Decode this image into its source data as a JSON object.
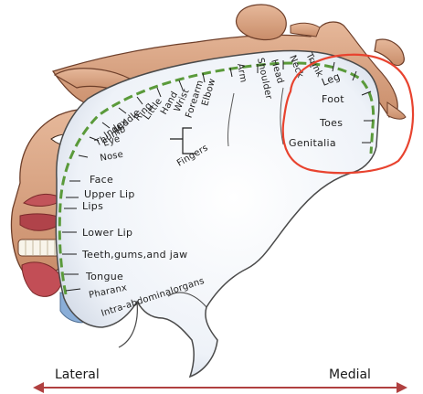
{
  "homunculus": {
    "labels": {
      "leg": "Leg",
      "foot": "Foot",
      "toes": "Toes",
      "genitalia": "Genitalia",
      "trunk": "Trunk",
      "neck": "Neck",
      "head": "Head",
      "shoulder": "Shoulder",
      "arm": "Arm",
      "elbow": "Elbow",
      "forearm": "Forearm",
      "wrist": "Wrist",
      "hand": "Hand",
      "little": "Little",
      "ring": "Ring",
      "middle": "Middle",
      "index": "Index",
      "thumb": "Thumb",
      "eye": "Eye",
      "nose": "Nose",
      "fingers": "Fingers",
      "face": "Face",
      "upper_lip": "Upper Lip",
      "lips": "Lips",
      "lower_lip": "Lower Lip",
      "teeth": "Teeth,gums,and jaw",
      "tongue": "Tongue",
      "pharynx": "Pharanx",
      "intra_abdominal": "Intra-abdominalorgans"
    },
    "highlight_color": "#e8432f",
    "cortex_border_color": "#5a9a3a"
  },
  "axis": {
    "left_label": "Lateral",
    "right_label": "Medial",
    "arrow_color": "#b04040"
  }
}
